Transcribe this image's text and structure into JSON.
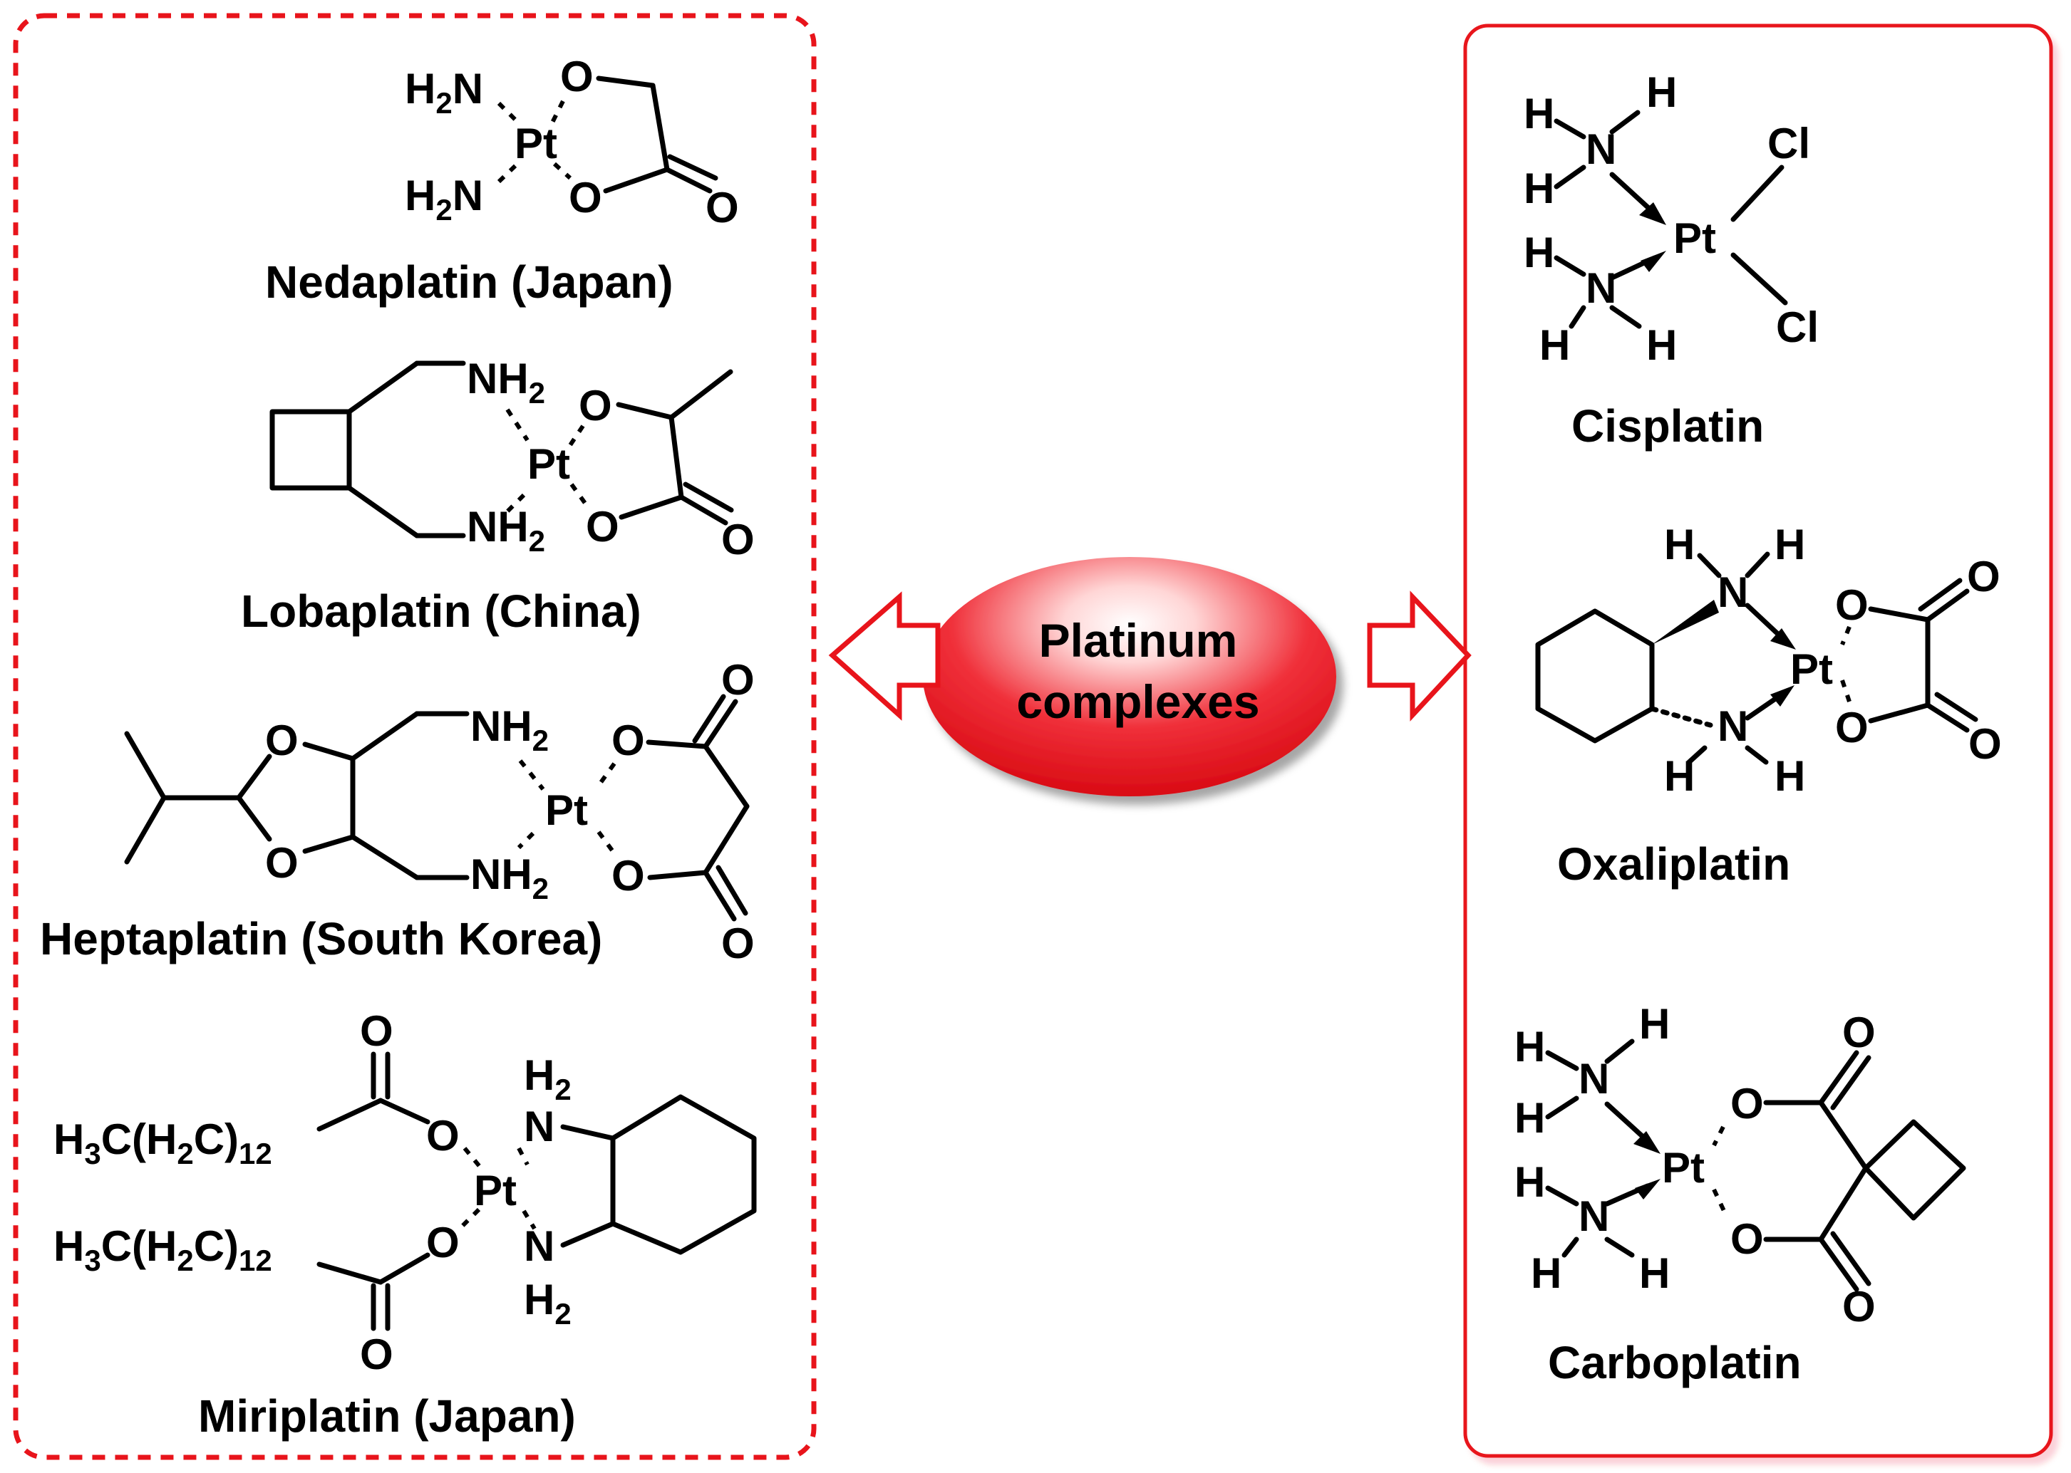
{
  "center": {
    "line1": "Platinum",
    "line2": "complexes"
  },
  "colors": {
    "accent": "#e8141b",
    "ellipse_light": "#ffd6d6"
  },
  "left_panel": {
    "style": "dashed",
    "compounds": [
      {
        "name": "Nedaplatin (Japan)"
      },
      {
        "name": "Lobaplatin (China)"
      },
      {
        "name": "Heptaplatin (South Korea)"
      },
      {
        "name": "Miriplatin (Japan)"
      }
    ]
  },
  "right_panel": {
    "style": "solid",
    "compounds": [
      {
        "name": "Cisplatin"
      },
      {
        "name": "Oxaliplatin"
      },
      {
        "name": "Carboplatin"
      }
    ]
  }
}
